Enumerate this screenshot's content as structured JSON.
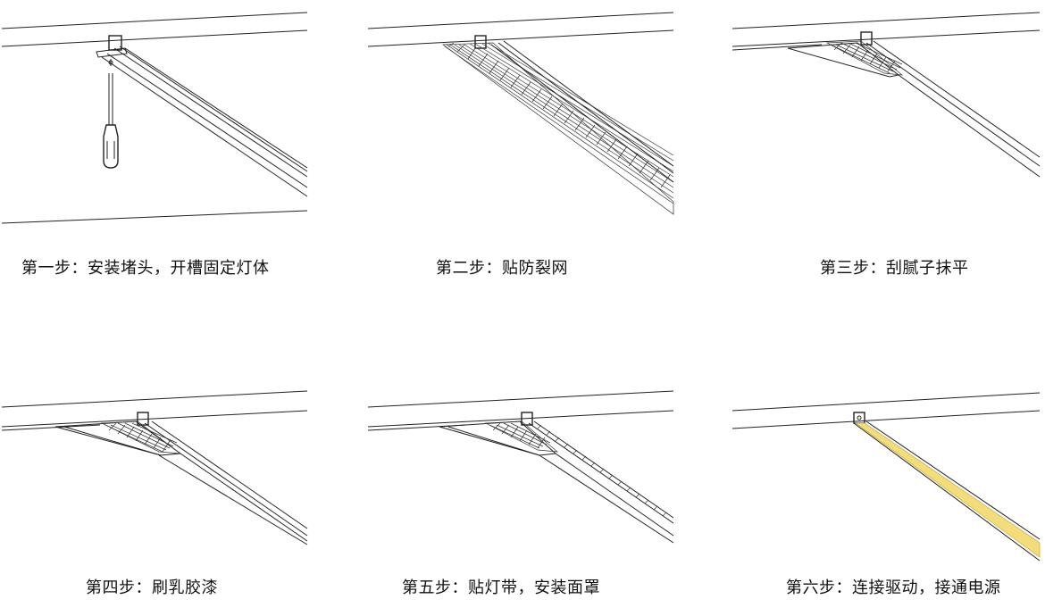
{
  "steps": [
    {
      "caption": "第一步：安装堵头，开槽固定灯体"
    },
    {
      "caption": "第二步：贴防裂网"
    },
    {
      "caption": "第三步：刮腻子抹平"
    },
    {
      "caption": "第四步：刷乳胶漆"
    },
    {
      "caption": "第五步：贴灯带，安装面罩"
    },
    {
      "caption": "第六步：连接驱动，接通电源"
    }
  ],
  "colors": {
    "line": "#222222",
    "led_strip": "#f3dc7a",
    "background": "#ffffff"
  }
}
